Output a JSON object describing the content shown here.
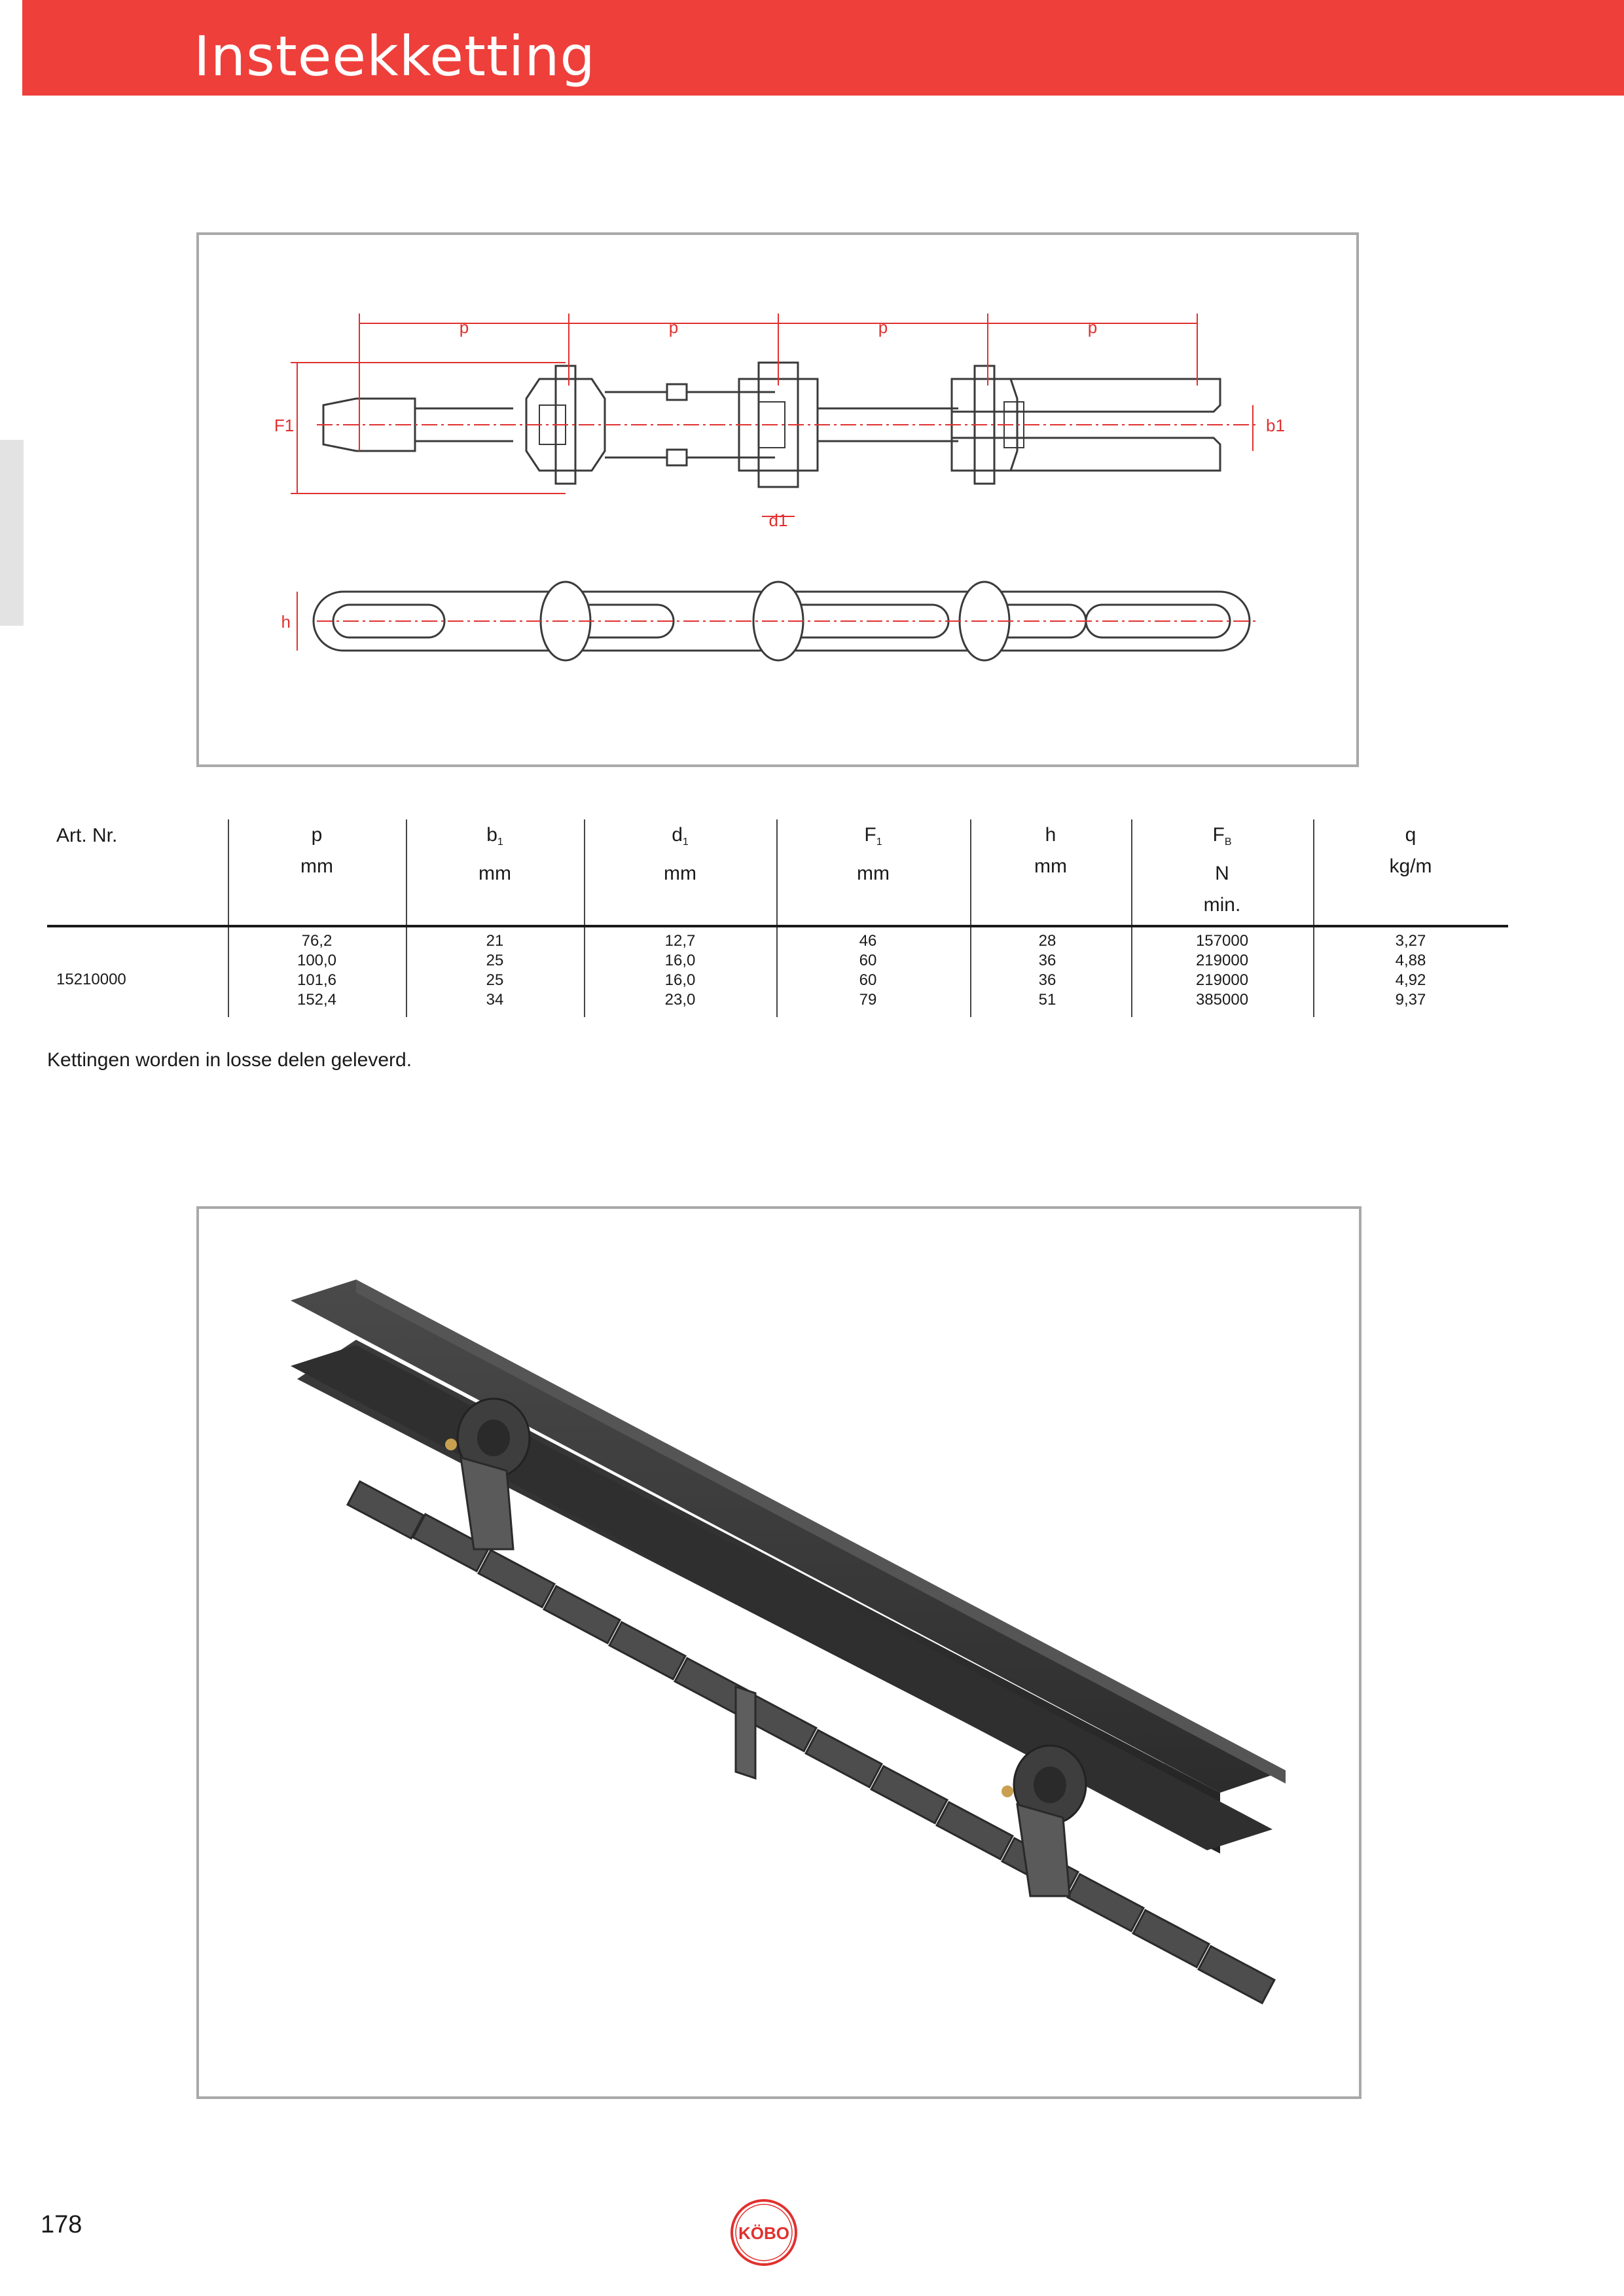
{
  "header": {
    "title": "Insteekketting",
    "accent_color": "#ee3f3b"
  },
  "drawing": {
    "labels": {
      "p": "p",
      "f1": "F1",
      "b1": "b1",
      "d1": "d1",
      "h": "h"
    },
    "line_color": "#3a3a3a",
    "dimension_color": "#e0312f"
  },
  "table": {
    "art_nr_label": "Art. Nr.",
    "art_nr": "15210000",
    "columns": [
      {
        "symbol": "p",
        "sub": "",
        "unit": "mm",
        "extra": "",
        "values": [
          "76,2",
          "100,0",
          "101,6",
          "152,4"
        ]
      },
      {
        "symbol": "b",
        "sub": "1",
        "unit": "mm",
        "extra": "",
        "values": [
          "21",
          "25",
          "25",
          "34"
        ]
      },
      {
        "symbol": "d",
        "sub": "1",
        "unit": "mm",
        "extra": "",
        "values": [
          "12,7",
          "16,0",
          "16,0",
          "23,0"
        ]
      },
      {
        "symbol": "F",
        "sub": "1",
        "unit": "mm",
        "extra": "",
        "values": [
          "46",
          "60",
          "60",
          "79"
        ]
      },
      {
        "symbol": "h",
        "sub": "",
        "unit": "mm",
        "extra": "",
        "values": [
          "28",
          "36",
          "36",
          "51"
        ]
      },
      {
        "symbol": "F",
        "sub": "B",
        "unit": "N",
        "extra": "min.",
        "values": [
          "157000",
          "219000",
          "219000",
          "385000"
        ]
      },
      {
        "symbol": "q",
        "sub": "",
        "unit": "kg/m",
        "extra": "",
        "values": [
          "3,27",
          "4,88",
          "4,92",
          "9,37"
        ]
      }
    ]
  },
  "note": "Kettingen worden in losse delen geleverd.",
  "photo": {
    "icon": "chain-conveyor-photo"
  },
  "footer": {
    "page_number": "178",
    "logo_text": "KÖBO",
    "logo_color": "#e0312f"
  }
}
